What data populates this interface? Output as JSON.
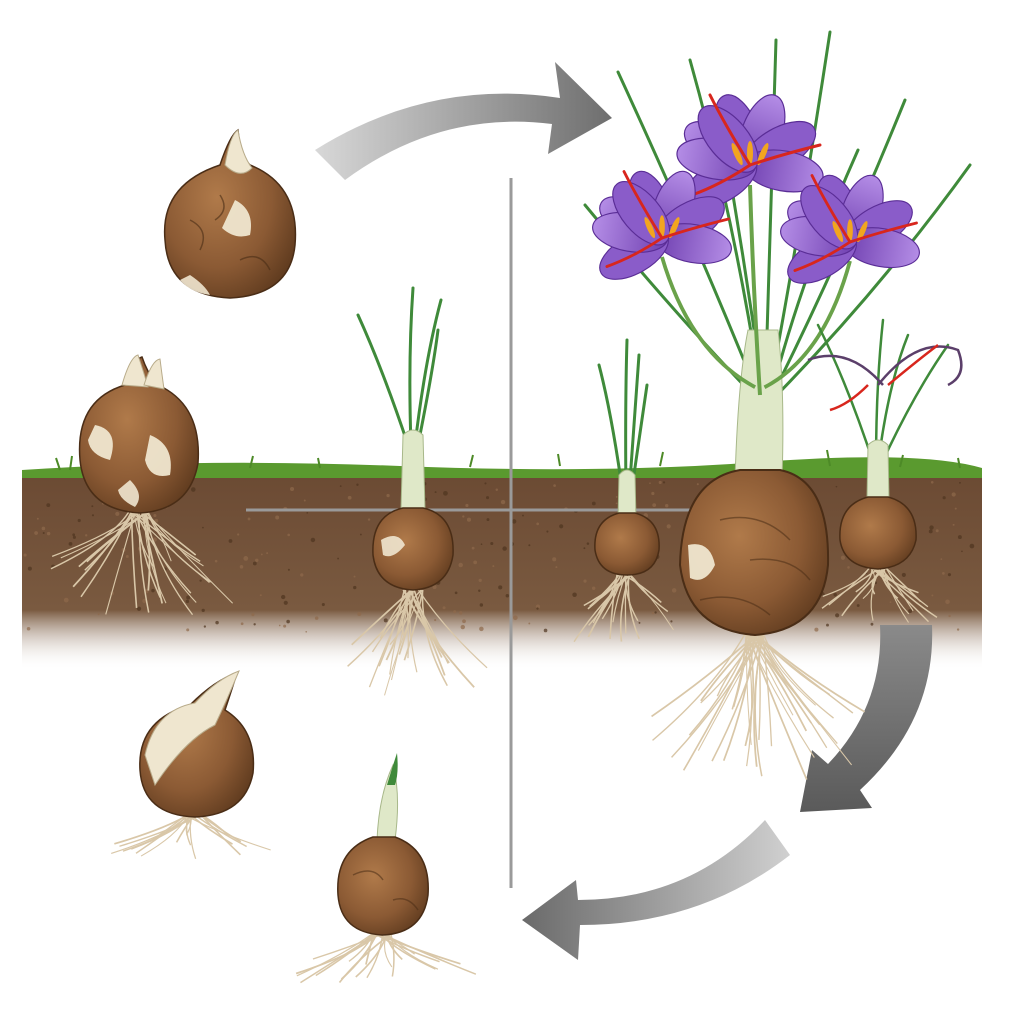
{
  "diagram": {
    "kind": "saffron crocus corm life cycle",
    "colors": {
      "petal": "#8a5cc9",
      "petal_light": "#b48de6",
      "stigma": "#d8261d",
      "anther": "#f2a51f",
      "leaf": "#3f8a3a",
      "corm": "#8b5a34",
      "corm_dark": "#5e3a1e",
      "tunic": "#efe6cf",
      "soil": "#6b4a33",
      "grass": "#5a9a2f",
      "root": "#d9c7a8",
      "arrow": "#7d7d7d",
      "divider": "#9a9a9a"
    },
    "stages": [
      {
        "id": "dormant-corm",
        "label": ""
      },
      {
        "id": "sprouting-corm",
        "label": ""
      },
      {
        "id": "young-shoot",
        "label": ""
      },
      {
        "id": "small-shoot",
        "label": ""
      },
      {
        "id": "flowering-plant",
        "label": ""
      },
      {
        "id": "withered-flower",
        "label": ""
      },
      {
        "id": "daughter-corm",
        "label": ""
      },
      {
        "id": "new-sprout",
        "label": ""
      }
    ],
    "arrows": [
      "cycle-arrow-top",
      "cycle-arrow-right",
      "cycle-arrow-bottom"
    ],
    "flower_count": 3
  }
}
